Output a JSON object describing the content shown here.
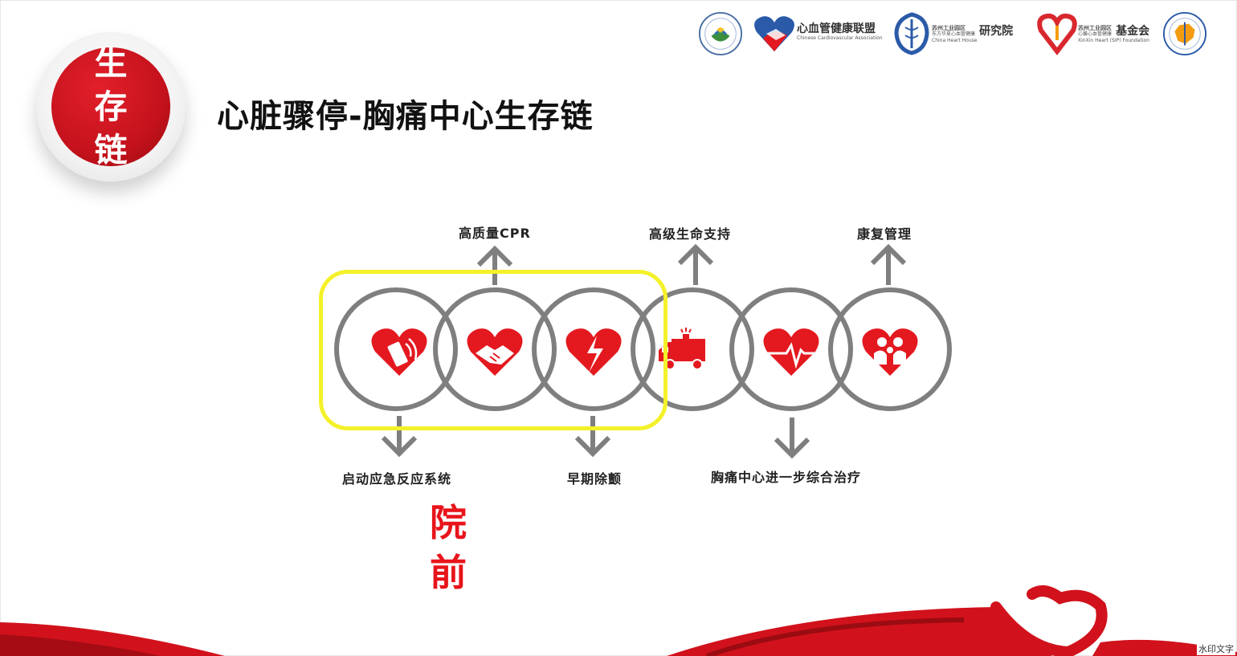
{
  "slide": {
    "title": "心脏骤停-胸痛中心生存链",
    "badge_chars": [
      "生",
      "存",
      "链"
    ],
    "pre_hospital_chars": [
      "院",
      "前"
    ],
    "watermark": "水印文字"
  },
  "logos": [
    {
      "name": "china-chest-pain-association-logo",
      "text": "",
      "subtext": ""
    },
    {
      "name": "cardiovascular-alliance-logo",
      "text": "心血管健康联盟",
      "subtext": "Chinese Cardiovascular Association"
    },
    {
      "name": "research-institute-logo",
      "text": "研究院",
      "pretext_1": "苏州工业园区",
      "pretext_2": "东方华夏心血管健康",
      "subtext": "China Heart House"
    },
    {
      "name": "foundation-logo",
      "text": "基金会",
      "pretext_1": "苏州工业园区",
      "pretext_2": "心馨心血管健康",
      "subtext": "XinXin Heart (SIP) Foundation"
    },
    {
      "name": "chest-pain-center-alliance-logo",
      "text": "",
      "subtext": ""
    }
  ],
  "chain": {
    "top_labels": [
      "高质量CPR",
      "高级生命支持",
      "康复管理"
    ],
    "bottom_labels": [
      "启动应急反应系统",
      "早期除颤",
      "胸痛中心进一步综合治疗"
    ],
    "icons": [
      "phone-heart-icon",
      "handshake-heart-icon",
      "broken-heart-icon",
      "ambulance-icon",
      "heartbeat-heart-icon",
      "family-heart-icon"
    ],
    "colors": {
      "ring": "#7f7f7f",
      "heart": "#e3191f",
      "highlight": "#f4f12a",
      "accent": "#e8141b"
    }
  }
}
